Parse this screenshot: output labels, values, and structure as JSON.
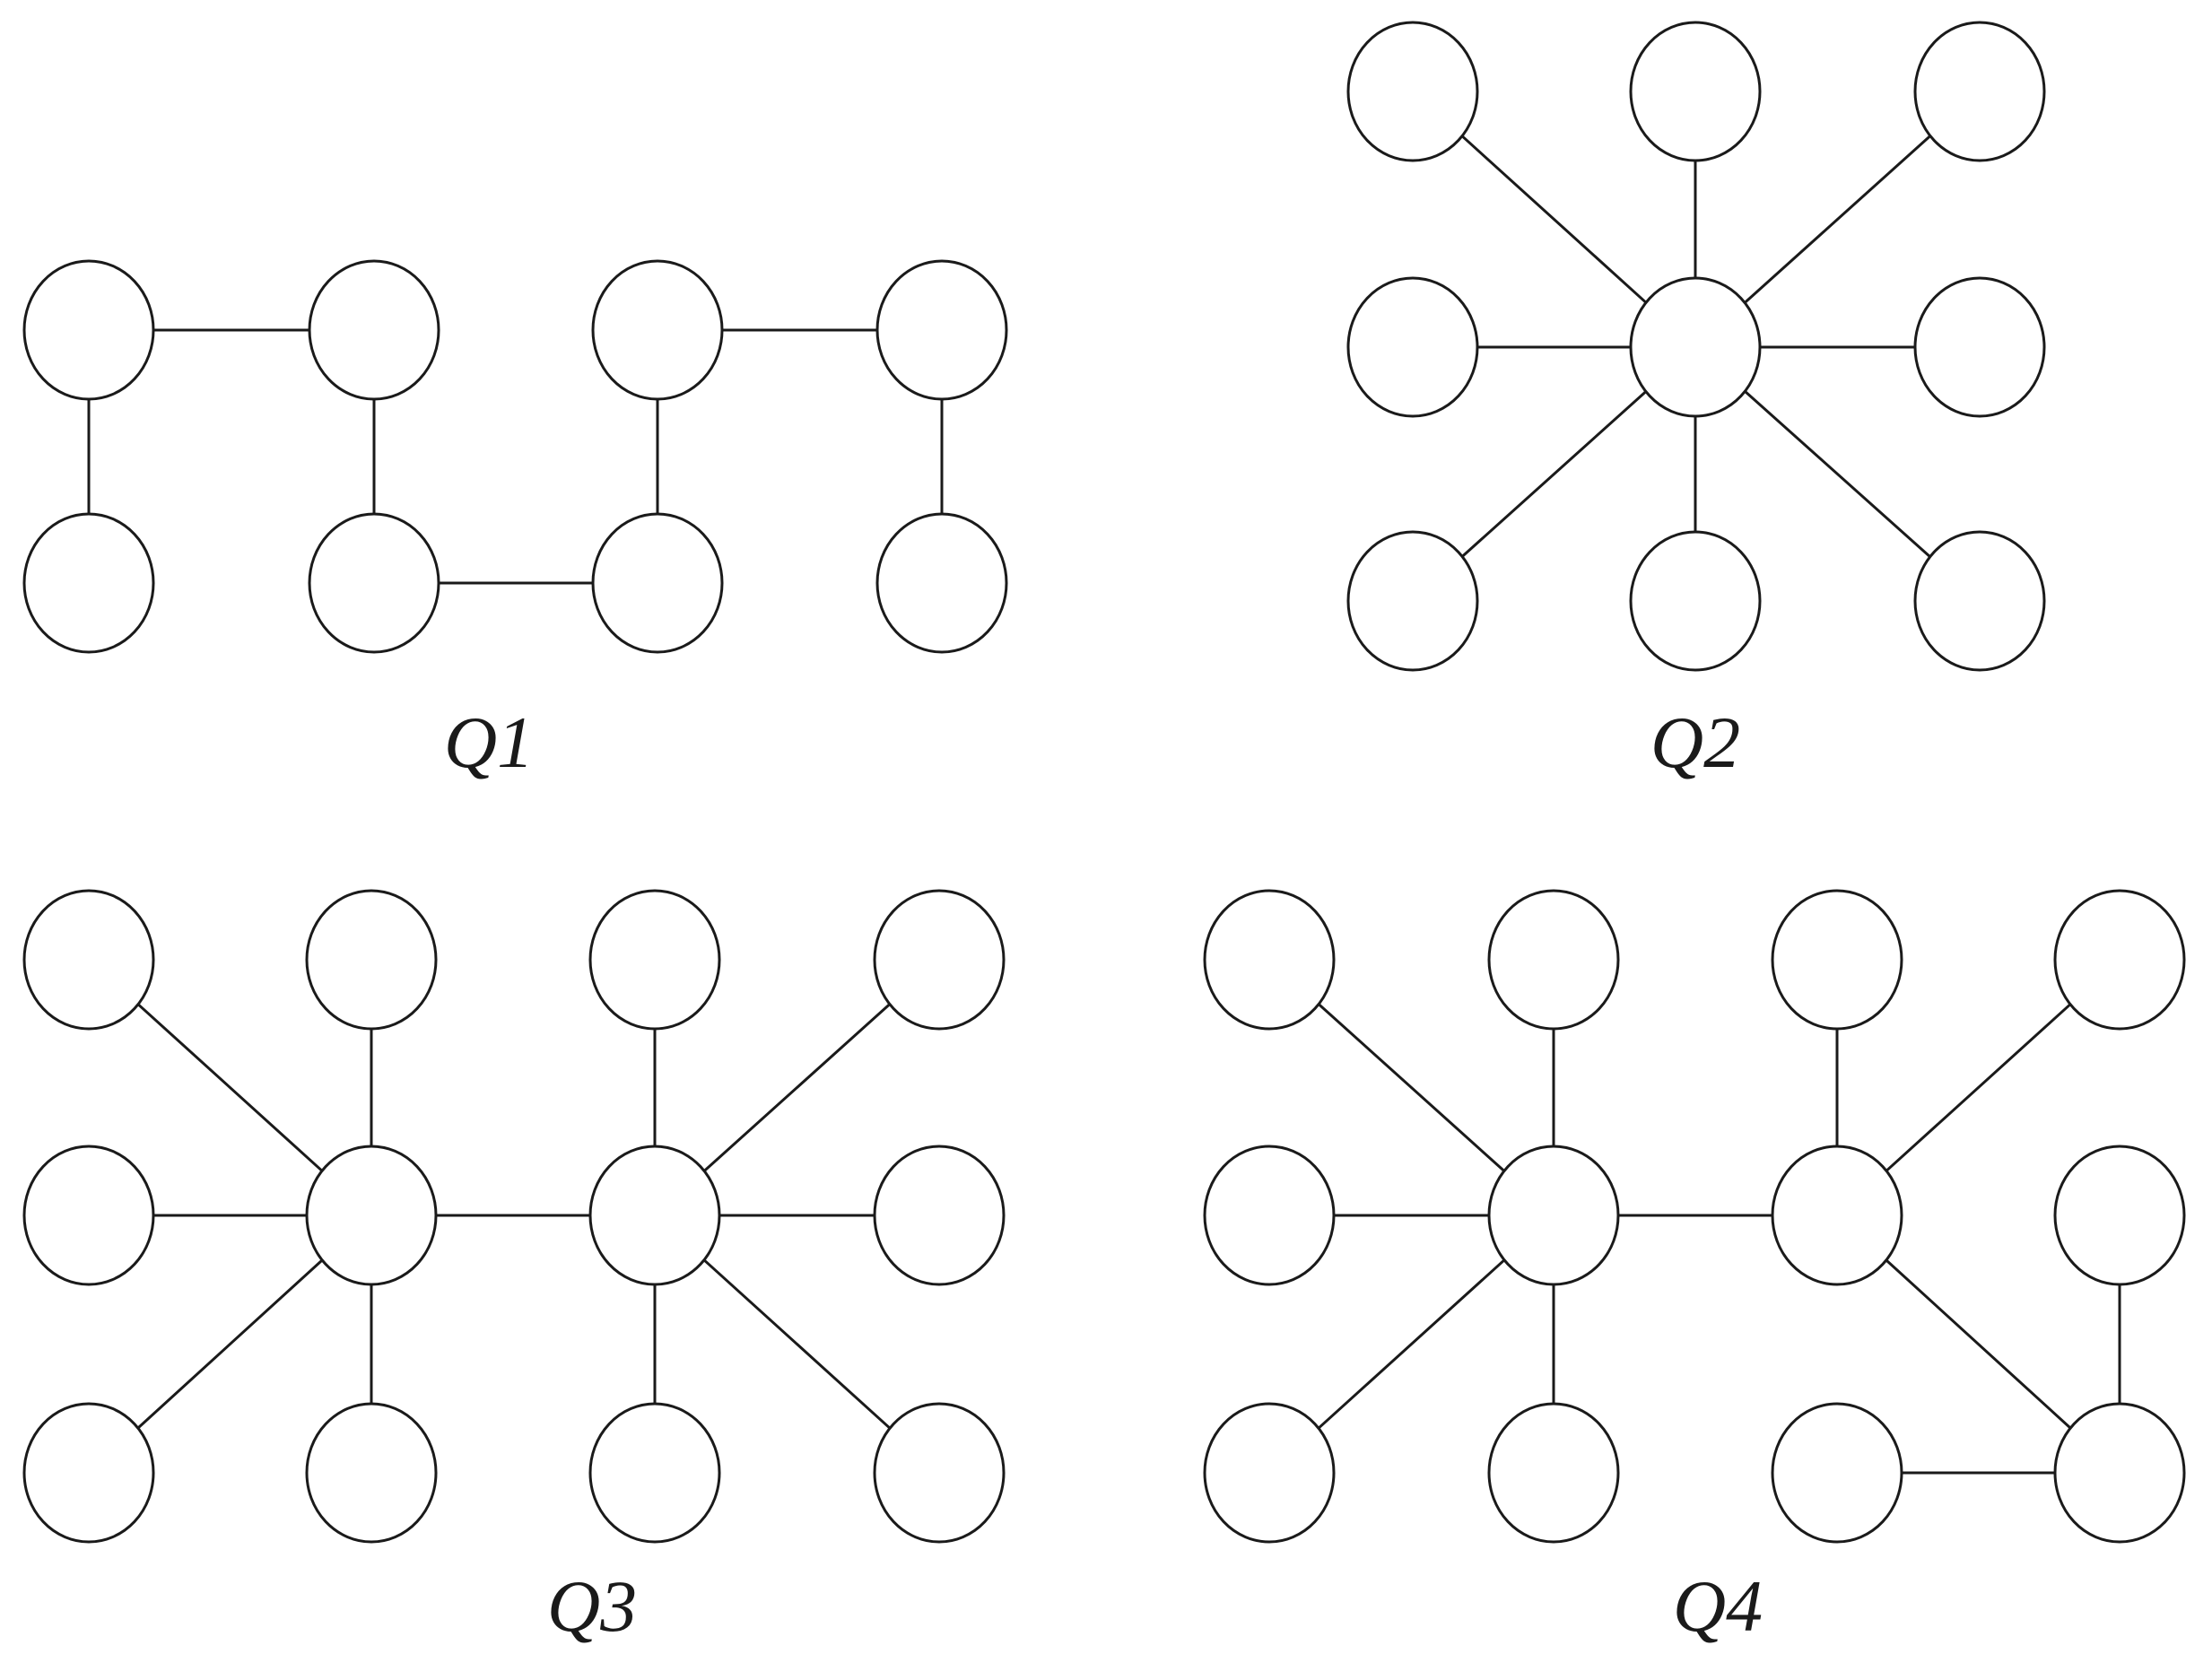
{
  "diagrams": [
    {
      "label": "Q1",
      "nodes": [
        "a1",
        "a2",
        "a3",
        "a4",
        "b1",
        "b2",
        "b3",
        "b4"
      ],
      "edges": [
        [
          "a1",
          "a2"
        ],
        [
          "a3",
          "a4"
        ],
        [
          "a1",
          "b1"
        ],
        [
          "a2",
          "b2"
        ],
        [
          "a3",
          "b3"
        ],
        [
          "a4",
          "b4"
        ],
        [
          "b2",
          "b3"
        ]
      ]
    },
    {
      "label": "Q2",
      "nodes": [
        "c",
        "n1",
        "n2",
        "n3",
        "n4",
        "n5",
        "n6",
        "n7",
        "n8"
      ],
      "edges": [
        [
          "c",
          "n1"
        ],
        [
          "c",
          "n2"
        ],
        [
          "c",
          "n3"
        ],
        [
          "c",
          "n4"
        ],
        [
          "c",
          "n5"
        ],
        [
          "c",
          "n6"
        ],
        [
          "c",
          "n7"
        ],
        [
          "c",
          "n8"
        ]
      ]
    },
    {
      "label": "Q3",
      "nodes": [
        "L",
        "R",
        "l1",
        "l2",
        "l3",
        "l4",
        "l5",
        "r1",
        "r2",
        "r3",
        "r4",
        "r5"
      ],
      "edges": [
        [
          "L",
          "R"
        ],
        [
          "L",
          "l1"
        ],
        [
          "L",
          "l2"
        ],
        [
          "L",
          "l3"
        ],
        [
          "L",
          "l4"
        ],
        [
          "L",
          "l5"
        ],
        [
          "R",
          "r1"
        ],
        [
          "R",
          "r2"
        ],
        [
          "R",
          "r3"
        ],
        [
          "R",
          "r4"
        ],
        [
          "R",
          "r5"
        ]
      ]
    },
    {
      "label": "Q4",
      "nodes": [
        "L",
        "R",
        "l1",
        "l2",
        "l3",
        "l4",
        "l5",
        "r1",
        "r2",
        "r4",
        "r5",
        "r6"
      ],
      "edges": [
        [
          "L",
          "R"
        ],
        [
          "L",
          "l1"
        ],
        [
          "L",
          "l2"
        ],
        [
          "L",
          "l3"
        ],
        [
          "L",
          "l4"
        ],
        [
          "L",
          "l5"
        ],
        [
          "R",
          "r1"
        ],
        [
          "R",
          "r2"
        ],
        [
          "R",
          "r4"
        ],
        [
          "r4",
          "r5"
        ],
        [
          "r4",
          "r6"
        ]
      ]
    }
  ]
}
